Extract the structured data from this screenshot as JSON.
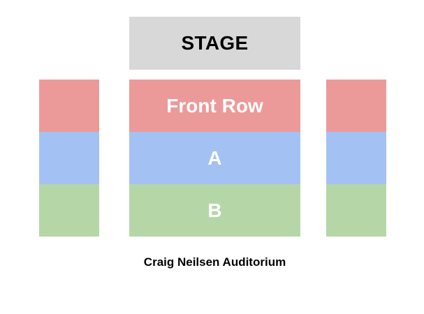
{
  "stage": {
    "label": "STAGE",
    "color": "#d8d8d8"
  },
  "sections": [
    {
      "label": "Front Row",
      "color": "#eb9a99"
    },
    {
      "label": "A",
      "color": "#a4c1f3"
    },
    {
      "label": "B",
      "color": "#b5d7a8"
    }
  ],
  "venue": {
    "name": "Craig Neilsen Auditorium"
  }
}
